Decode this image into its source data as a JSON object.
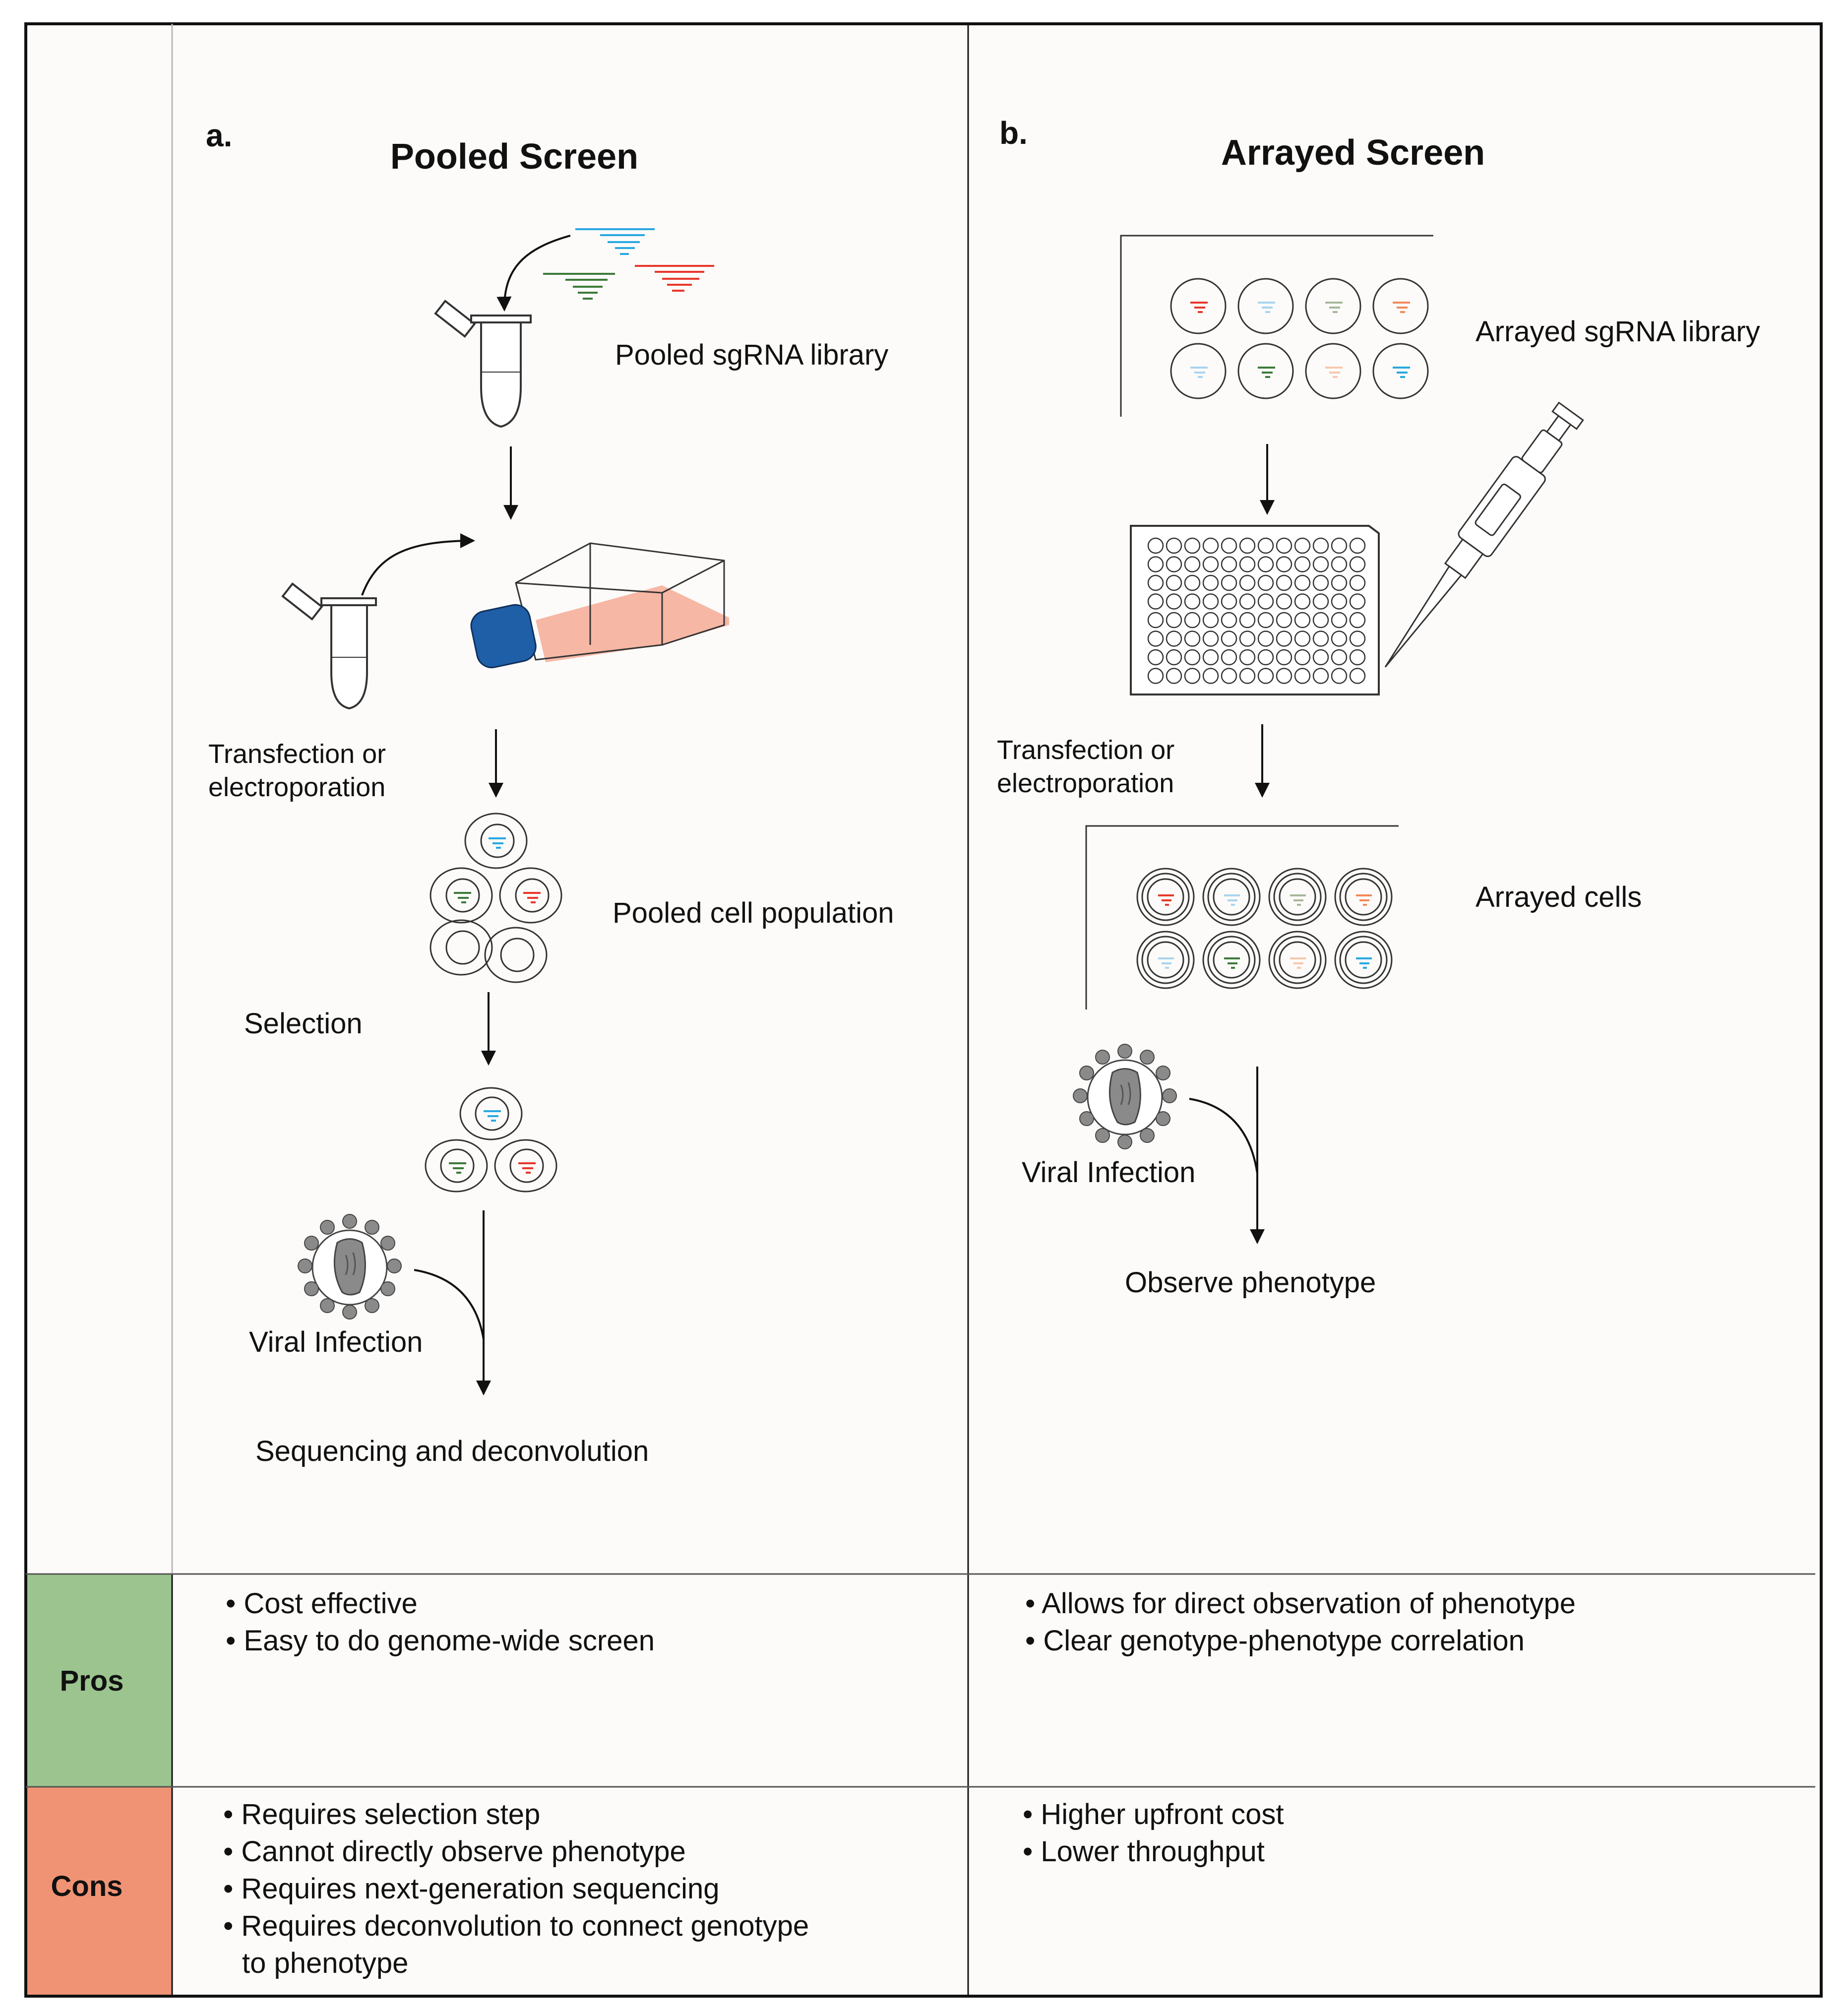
{
  "panel_a": {
    "letter": "a.",
    "title": "Pooled Screen",
    "labels": {
      "library": "Pooled sgRNA library",
      "transfection_line1": "Transfection or",
      "transfection_line2": "electroporation",
      "population": "Pooled cell population",
      "selection": "Selection",
      "viral_infection": "Viral Infection",
      "sequencing": "Sequencing and deconvolution"
    }
  },
  "panel_b": {
    "letter": "b.",
    "title": "Arrayed Screen",
    "labels": {
      "library": "Arrayed sgRNA library",
      "transfection_line1": "Transfection or",
      "transfection_line2": "electroporation",
      "cells": "Arrayed cells",
      "viral_infection": "Viral Infection",
      "phenotype": "Observe phenotype"
    }
  },
  "pros": {
    "label": "Pros",
    "color": "#9cc48e",
    "pooled": [
      "• Cost effective",
      "• Easy to do genome-wide screen"
    ],
    "arrayed": [
      "• Allows for direct observation of phenotype",
      "• Clear genotype-phenotype correlation"
    ]
  },
  "cons": {
    "label": "Cons",
    "color": "#f09374",
    "pooled": [
      "• Requires selection step",
      "• Cannot directly observe phenotype",
      "• Requires next-generation sequencing",
      "• Requires deconvolution to connect genotype",
      "to phenotype"
    ],
    "arrayed": [
      "• Higher upfront cost",
      "• Lower throughput"
    ]
  },
  "colors": {
    "sgrna_blue": "#29a8e0",
    "sgrna_green": "#3d7a3a",
    "sgrna_red": "#e8372b",
    "sgrna_pale_blue": "#a8d4ef",
    "sgrna_pale_green": "#a6b79a",
    "sgrna_orange": "#f2885a",
    "sgrna_pale_orange": "#f7c7ad",
    "flask_cap": "#1f5fa8",
    "flask_medium": "#f6b7a5",
    "virus_particle": "#8a8a8a"
  }
}
